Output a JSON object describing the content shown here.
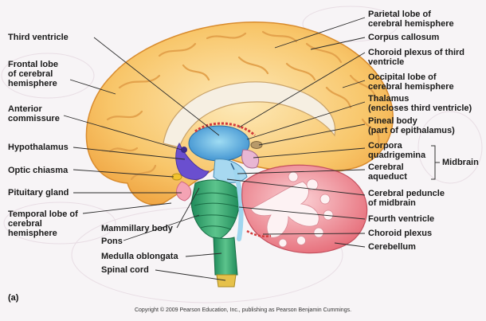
{
  "labels": {
    "parietal_lobe": "Parietal lobe of\ncerebral hemisphere",
    "third_ventricle": "Third ventricle",
    "corpus_callosum": "Corpus callosum",
    "choroid_plexus_third": "Choroid plexus of third\nventricle",
    "frontal_lobe": "Frontal lobe\nof cerebral\nhemisphere",
    "occipital_lobe": "Occipital lobe of\ncerebral hemisphere",
    "thalamus": "Thalamus\n(encloses third ventricle)",
    "anterior_commissure": "Anterior\ncommissure",
    "pineal_body": "Pineal body\n(part of epithalamus)",
    "hypothalamus": "Hypothalamus",
    "corpora_quadrigemina": "Corpora\nquadrigemina",
    "midbrain": "Midbrain",
    "optic_chiasma": "Optic chiasma",
    "cerebral_aqueduct": "Cerebral\naqueduct",
    "pituitary_gland": "Pituitary gland",
    "cerebral_peduncle": "Cerebral peduncle\nof midbrain",
    "temporal_lobe": "Temporal lobe of\ncerebral\nhemisphere",
    "fourth_ventricle": "Fourth ventricle",
    "mammillary_body": "Mammillary body",
    "choroid_plexus": "Choroid plexus",
    "pons": "Pons",
    "cerebellum": "Cerebellum",
    "medulla_oblongata": "Medulla oblongata",
    "spinal_cord": "Spinal cord"
  },
  "panel_label": "(a)",
  "copyright": "Copyright © 2009 Pearson Education, Inc., publishing as Pearson Benjamin Cummings."
}
